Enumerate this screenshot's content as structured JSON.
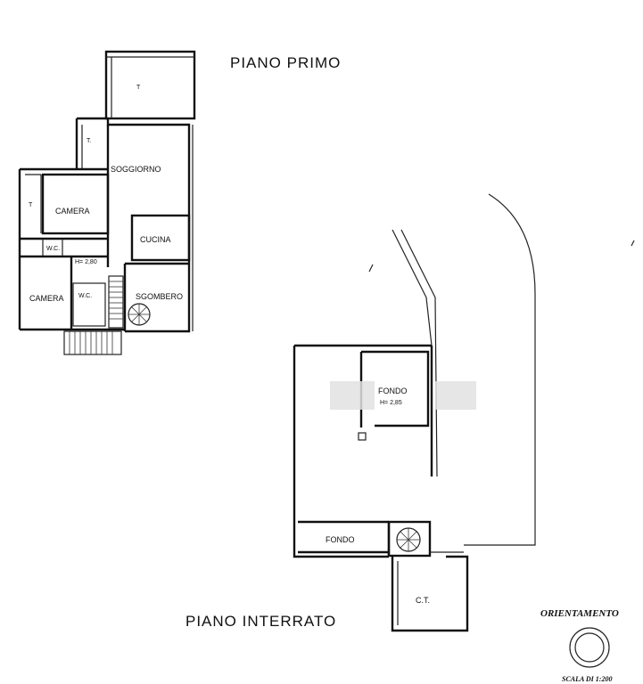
{
  "titles": {
    "first_floor": "PIANO PRIMO",
    "basement": "PIANO INTERRATO"
  },
  "first_floor_rooms": {
    "terrace_top": "T",
    "terrace_small": "T.",
    "living": "SOGGIORNO",
    "terrace_left": "T",
    "bedroom_top": "CAMERA",
    "kitchen": "CUCINA",
    "wc_left": "W.C.",
    "height": "H= 2,80",
    "bedroom_bottom": "CAMERA",
    "wc_center": "W.C.",
    "storage": "SGOMBERO"
  },
  "basement_rooms": {
    "fondo_main": "FONDO",
    "fondo_height": "H= 2,85",
    "fondo_lower": "FONDO",
    "boiler": "C.T."
  },
  "legend": {
    "orientation": "ORIENTAMENTO",
    "scale": "SCALA DI 1:200"
  }
}
